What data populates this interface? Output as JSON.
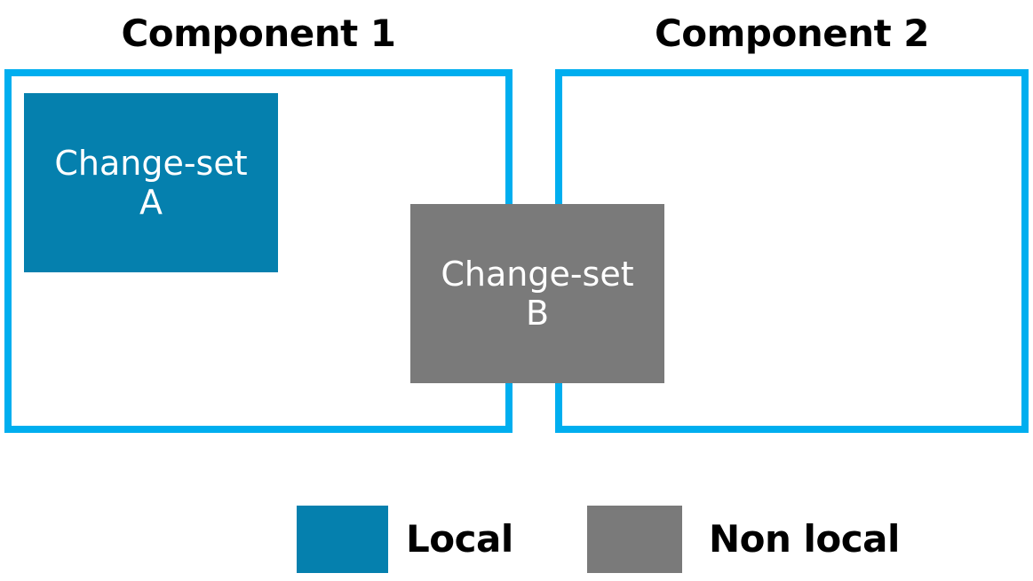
{
  "diagram": {
    "components": [
      {
        "id": "component-1",
        "title": "Component 1"
      },
      {
        "id": "component-2",
        "title": "Component 2"
      }
    ],
    "changesets": [
      {
        "id": "changeset-a",
        "line1": "Change-set",
        "line2": "A",
        "kind": "Local",
        "color": "#0580AE",
        "text_color": "#FFFFFF"
      },
      {
        "id": "changeset-b",
        "line1": "Change-set",
        "line2": "B",
        "kind": "Non local",
        "color": "#7A7A7A",
        "text_color": "#FFFFFF"
      }
    ],
    "legend": {
      "items": [
        {
          "label": "Local",
          "color": "#0580AE"
        },
        {
          "label": "Non local",
          "color": "#7A7A7A"
        }
      ]
    },
    "colors": {
      "component_border": "#00AEEF",
      "local_fill": "#0580AE",
      "non_local_fill": "#7A7A7A",
      "background": "#FFFFFF",
      "text": "#000000"
    }
  }
}
